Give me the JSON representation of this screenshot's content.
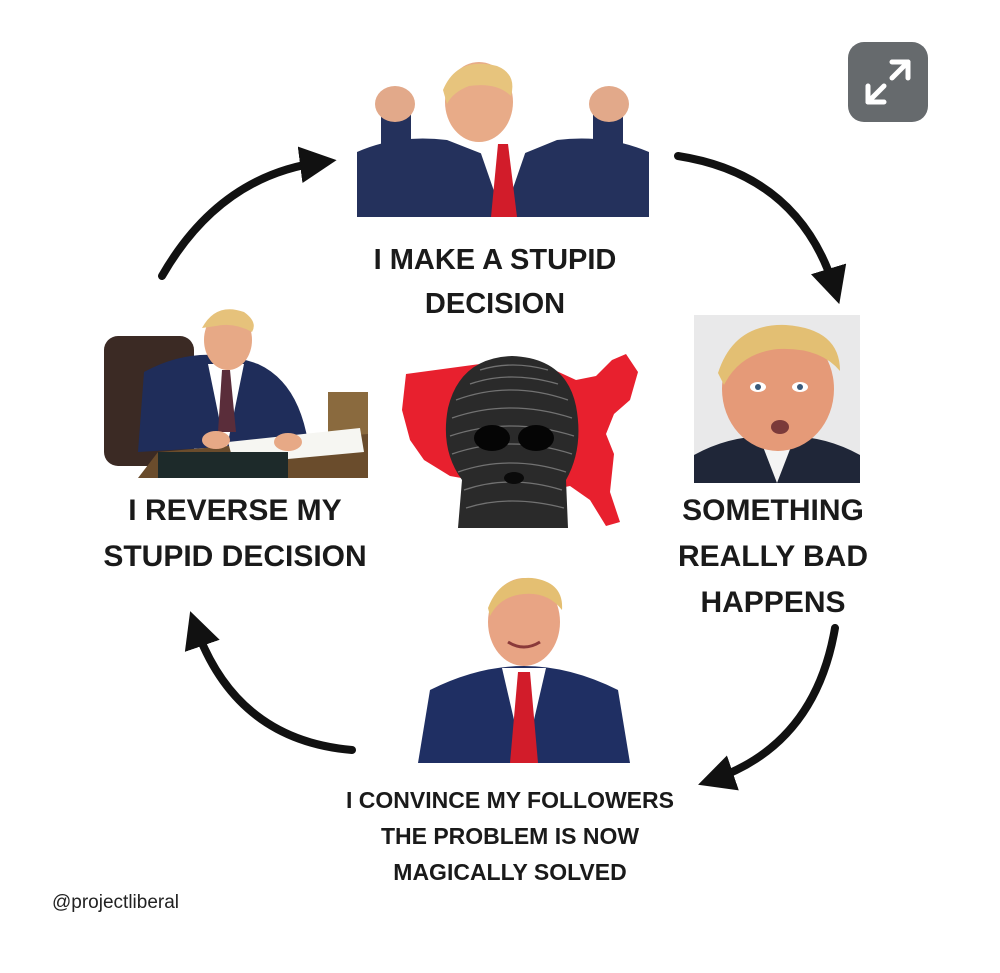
{
  "diagram": {
    "steps": [
      {
        "id": "top",
        "lines": [
          "I MAKE A STUPID",
          "DECISION"
        ],
        "image": "man-raising-fists"
      },
      {
        "id": "right",
        "lines": [
          "SOMETHING",
          "REALLY BAD",
          "HAPPENS"
        ],
        "image": "man-surprised-face"
      },
      {
        "id": "bottom",
        "lines": [
          "I CONVINCE MY FOLLOWERS",
          "THE PROBLEM IS NOW",
          "MAGICALLY SOLVED"
        ],
        "image": "man-smiling"
      },
      {
        "id": "left",
        "lines": [
          "I REVERSE MY",
          "STUPID DECISION"
        ],
        "image": "man-signing-document"
      }
    ],
    "center_image": "red-usa-map-with-wojak-face",
    "arrow_direction": "clockwise"
  },
  "credit": "@projectliberal",
  "toolbar": {
    "expand_icon": "expand-icon"
  },
  "colors": {
    "arrow": "#111111",
    "map_red": "#e8202e",
    "button_bg": "#666a6d"
  }
}
